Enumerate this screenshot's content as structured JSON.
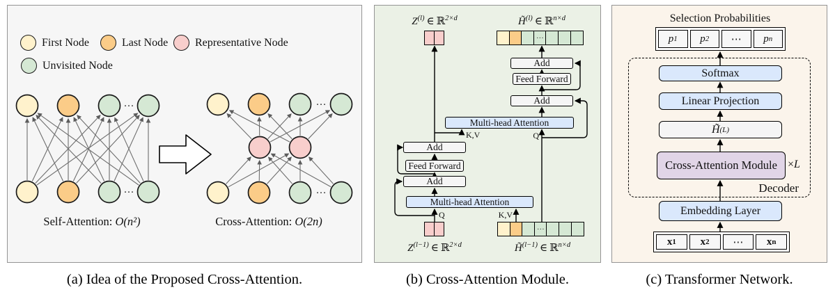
{
  "colors": {
    "first_node": "#FFF2CC",
    "last_node": "#FBCC88",
    "representative_node": "#F8CECC",
    "unvisited_node": "#D5E8D4",
    "attention_box": "#DAE8FC",
    "module_box": "#E1D5E7",
    "plain_box": "#F5F5F5",
    "panel_a_bg": "#F6F6F6",
    "panel_b_bg": "#EBF1E6",
    "panel_c_bg": "#FBF4EB"
  },
  "panel_a": {
    "legend": [
      {
        "label": "First Node"
      },
      {
        "label": "Last Node"
      },
      {
        "label": "Representative Node"
      },
      {
        "label": "Unvisited Node"
      }
    ],
    "self_attention": {
      "name": "Self-Attention:",
      "complexity": "O(n²)"
    },
    "cross_attention": {
      "name": "Cross-Attention:",
      "complexity": "O(2n)"
    },
    "dots": "···",
    "caption": "(a) Idea of the Proposed Cross-Attention."
  },
  "panel_b": {
    "z_out": {
      "base": "Z",
      "sup": "(l)",
      "mem": "∈",
      "set": "ℝ",
      "dim": "2×d"
    },
    "h_out": {
      "base": "H̃",
      "sup": "(l)",
      "mem": "∈",
      "set": "ℝ",
      "dim": "n×d"
    },
    "z_in": {
      "base": "Z",
      "sup": "(l−1)",
      "mem": "∈",
      "set": "ℝ",
      "dim": "2×d"
    },
    "h_in": {
      "base": "H̃",
      "sup": "(l−1)",
      "mem": "∈",
      "set": "ℝ",
      "dim": "n×d"
    },
    "add_label": "Add",
    "feed_forward_label": "Feed Forward",
    "attention_label": "Multi-head Attention",
    "kv_label": "K,V",
    "q_label": "Q",
    "dots": "···",
    "caption": "(b) Cross-Attention Module."
  },
  "panel_c": {
    "title": "Selection Probabilities",
    "p_cells": [
      {
        "base": "p",
        "sub": "1"
      },
      {
        "base": "p",
        "sub": "2"
      },
      {
        "base": "⋯",
        "sub": ""
      },
      {
        "base": "p",
        "sub": "n"
      }
    ],
    "x_cells": [
      {
        "base": "x",
        "sub": "1"
      },
      {
        "base": "x",
        "sub": "2"
      },
      {
        "base": "⋯",
        "sub": ""
      },
      {
        "base": "x",
        "sub": "n"
      }
    ],
    "softmax_label": "Softmax",
    "linear_label": "Linear Projection",
    "hidden_label": {
      "base": "H̃",
      "sup": "(L)"
    },
    "cam_label": "Cross-Attention Module",
    "repeat": {
      "times": "×",
      "var": "L"
    },
    "decoder_label": "Decoder",
    "embedding_label": "Embedding Layer",
    "caption": "(c) Transformer Network."
  }
}
